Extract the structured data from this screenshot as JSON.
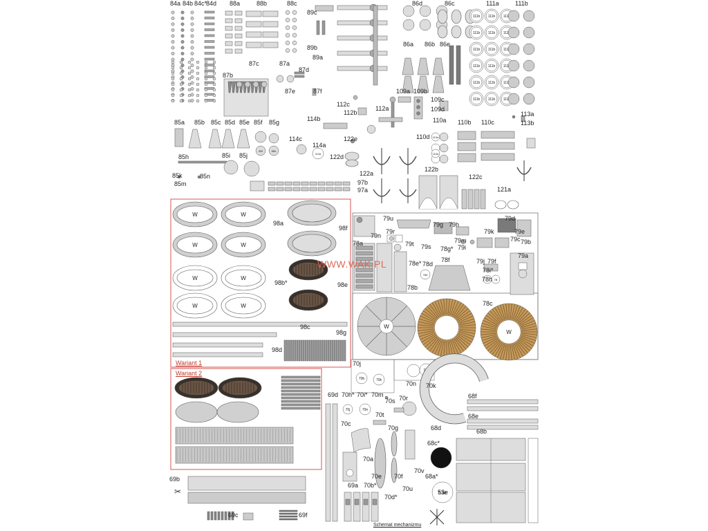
{
  "watermark": "WWW.WAK.PL",
  "variants": {
    "v1": "Wariant 1",
    "v2": "Wariant 2"
  },
  "caption": "Schemat mechanizmu",
  "part_labels": {
    "p84a": "84a",
    "p84b": "84b",
    "p84c": "84c*",
    "p84d": "84d",
    "p88a": "88a",
    "p88b": "88b",
    "p88c": "88c",
    "p89c": "89c",
    "p89b": "89b",
    "p89a": "89a",
    "p86d": "86d",
    "p86c": "86c",
    "p86a": "86a",
    "p86b": "86b",
    "p86e": "86e",
    "p111a": "111a",
    "p111b": "111b",
    "p87c": "87c",
    "p87a": "87a",
    "p87b": "87b",
    "p87d": "87d",
    "p87e": "87e",
    "p87f": "87f",
    "p112c": "112c",
    "p112b": "112b",
    "p112a": "112a",
    "p109a": "109a",
    "p109b": "109b",
    "p109c": "109c",
    "p109d": "109d",
    "p113a": "113a",
    "p113b": "113b",
    "p85a": "85a",
    "p85b": "85b",
    "p85c": "85c",
    "p85d": "85d",
    "p85e": "85e",
    "p85f": "85f",
    "p85g": "85g",
    "p85h": "85h",
    "p85i": "85i",
    "p85j": "85j",
    "p85k": "85k",
    "p85m": "85m",
    "p85n": "85n",
    "p114b": "114b",
    "p114c": "114c",
    "p114a": "114a",
    "p122e": "122e",
    "p122d": "122d",
    "p122a": "122a",
    "p122b": "122b",
    "p122c": "122c",
    "p110a": "110a",
    "p110b": "110b",
    "p110c": "110c",
    "p110d": "110d",
    "p97b": "97b",
    "p97a": "97a",
    "p121a": "121a",
    "p98a": "98a",
    "p98f": "98f",
    "p98b": "98b*",
    "p98e": "98e",
    "p98c": "98c",
    "p98g": "98g",
    "p98d": "98d",
    "p79u": "79u",
    "p79g": "79g",
    "p79h": "79h",
    "p79d": "79d",
    "p79e": "79e",
    "p79k": "79k",
    "p79r": "79r",
    "p79n": "79n",
    "p78a": "78a",
    "p79c": "79c",
    "p79b": "79b",
    "p79m": "79m",
    "p79t": "79t",
    "p79s": "79s",
    "p78g": "78g*",
    "p79i": "79i",
    "p79a": "79a",
    "p78f": "78f",
    "p78e": "78e*",
    "p78d": "78d",
    "p79j": "79j",
    "p79f": "79f",
    "p78i": "78i*",
    "p78h": "78h",
    "p78b": "78b",
    "p78c": "78c",
    "p70j": "70j",
    "p70i": "70i*",
    "p70h": "70h*",
    "p70m": "70m",
    "p70n": "70n",
    "p70k": "70k",
    "p70s": "70s",
    "p70r": "70r",
    "p70t": "70t",
    "p70c": "70c",
    "p70g": "70g",
    "p70a": "70a",
    "p70e": "70e",
    "p70f": "70f",
    "p70b": "70b*",
    "p70d": "70d*",
    "p70u": "70u",
    "p70v": "70v",
    "p68f": "68f",
    "p68e": "68e",
    "p68d": "68d",
    "p68b": "68b",
    "p68c": "68c*",
    "p68a": "68a*",
    "p53e": "53e",
    "p69d": "69d",
    "p69a": "69a",
    "p69b": "69b",
    "p69c": "69c",
    "p69f": "69f"
  },
  "part_marks": {
    "w": "W",
    "m111b": "111b",
    "m70b": "70b",
    "m70k": "70k",
    "m70r": "70r",
    "m70j": "70j",
    "m70n": "70n",
    "m53e": "53e",
    "m85f": "85f",
    "m85h": "85h",
    "m114a": "114a",
    "m110d": "110d",
    "m110a": "110a",
    "m78d": "78d",
    "m78e": "78e",
    "m78i": "78i"
  },
  "colors": {
    "part_gray": "#d0d0d0",
    "dark_gray": "#7a7a7a",
    "sheet_red": "#d9534f",
    "wood": "#c69a5a",
    "black": "#111111"
  }
}
